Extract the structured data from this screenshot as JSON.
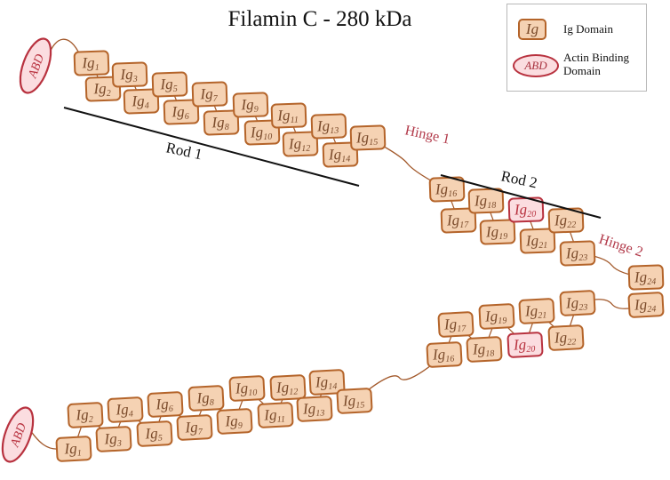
{
  "title": "Filamin C - 280 kDa",
  "legend": {
    "ig_swatch": "Ig",
    "ig_label": "Ig Domain",
    "abd_swatch": "ABD",
    "abd_label": "Actin Binding Domain"
  },
  "abd_text": "ABD",
  "ig_prefix": "Ig",
  "labels": {
    "rod1": "Rod 1",
    "rod2": "Rod 2",
    "hinge1": "Hinge 1",
    "hinge2": "Hinge 2"
  },
  "top_molecule": {
    "domains": [
      "1",
      "2",
      "3",
      "4",
      "5",
      "6",
      "7",
      "8",
      "9",
      "10",
      "11",
      "12",
      "13",
      "14",
      "15",
      "16",
      "17",
      "18",
      "19",
      "20",
      "21",
      "22",
      "23",
      "24"
    ],
    "highlighted": [
      "20"
    ]
  },
  "bottom_molecule": {
    "domains": [
      "1",
      "2",
      "3",
      "4",
      "5",
      "6",
      "7",
      "8",
      "9",
      "10",
      "11",
      "12",
      "13",
      "14",
      "15",
      "16",
      "17",
      "18",
      "19",
      "20",
      "21",
      "22",
      "23",
      "24"
    ],
    "highlighted": [
      "20"
    ]
  },
  "colors": {
    "ig_fill": "#f5d2b3",
    "ig_stroke": "#b4642a",
    "ig_text": "#7a4a2a",
    "highlight_fill": "#fbdde0",
    "highlight_stroke": "#b8323f",
    "hinge_text": "#b23a4a",
    "linker": "#a2582a"
  }
}
